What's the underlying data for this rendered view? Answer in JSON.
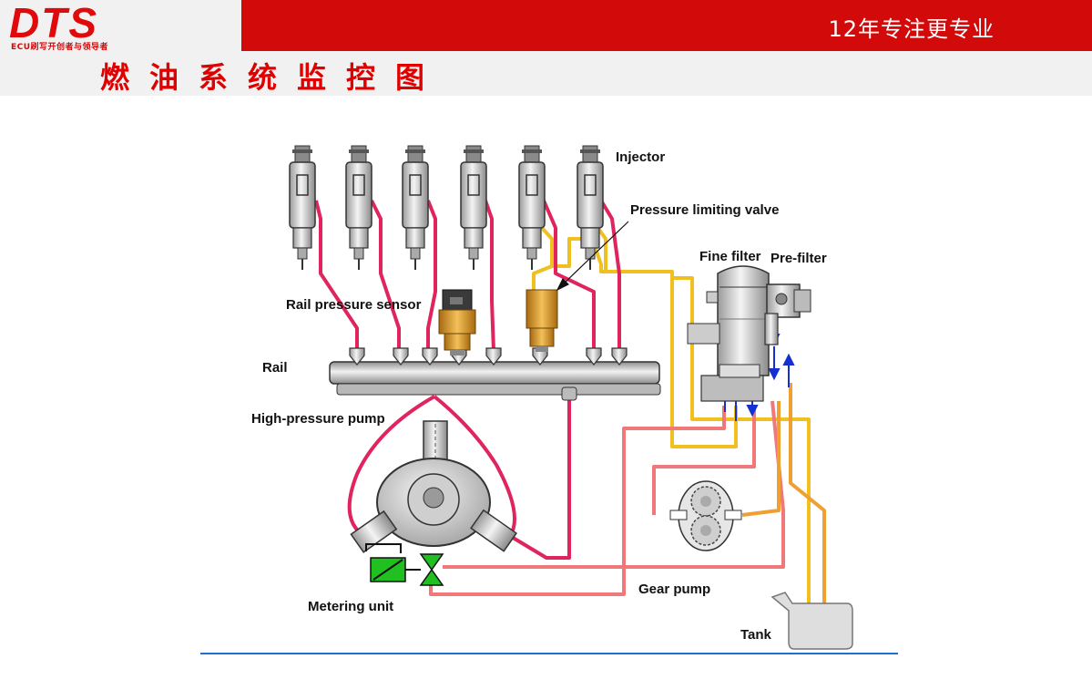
{
  "header": {
    "logo_text": "DTS",
    "logo_subtitle": "ECU刷写开创者与领导者",
    "slogan": "12年专注更专业",
    "title": "燃油系统监控图"
  },
  "diagram": {
    "labels": {
      "injector": "Injector",
      "pressure_limiting_valve": "Pressure limiting valve",
      "fine_filter": "Fine filter",
      "pre_filter": "Pre-filter",
      "rail_pressure_sensor": "Rail pressure sensor",
      "rail": "Rail",
      "high_pressure_pump": "High-pressure pump",
      "metering_unit": "Metering unit",
      "gear_pump": "Gear pump",
      "tank": "Tank"
    },
    "colors": {
      "high_pressure_line": "#e0245e",
      "return_line": "#f0c020",
      "low_pressure_line": "#f07878",
      "suction_line": "#f0a030",
      "flow_arrow": "#1530d0",
      "brand_red": "#d20a0a",
      "metering_valve": "#20c020"
    }
  }
}
